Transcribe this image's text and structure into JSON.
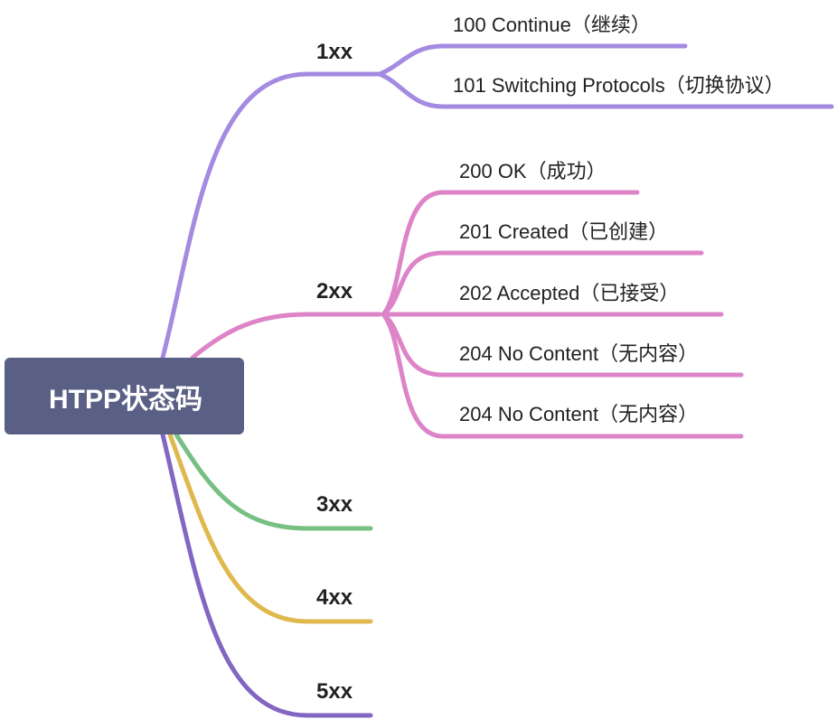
{
  "root": {
    "label": "HTPP状态码"
  },
  "branches": [
    {
      "label": "1xx",
      "color": "#a48ae0",
      "children": [
        {
          "label": "100 Continue（继续）"
        },
        {
          "label": "101 Switching Protocols（切换协议）"
        }
      ]
    },
    {
      "label": "2xx",
      "color": "#dd84c8",
      "children": [
        {
          "label": "200 OK（成功）"
        },
        {
          "label": "201 Created（已创建）"
        },
        {
          "label": "202 Accepted（已接受）"
        },
        {
          "label": "204 No Content（无内容）"
        },
        {
          "label": "204 No Content（无内容）"
        }
      ]
    },
    {
      "label": "3xx",
      "color": "#77c082",
      "children": []
    },
    {
      "label": "4xx",
      "color": "#dfb84e",
      "children": []
    },
    {
      "label": "5xx",
      "color": "#8266c2",
      "children": []
    }
  ]
}
